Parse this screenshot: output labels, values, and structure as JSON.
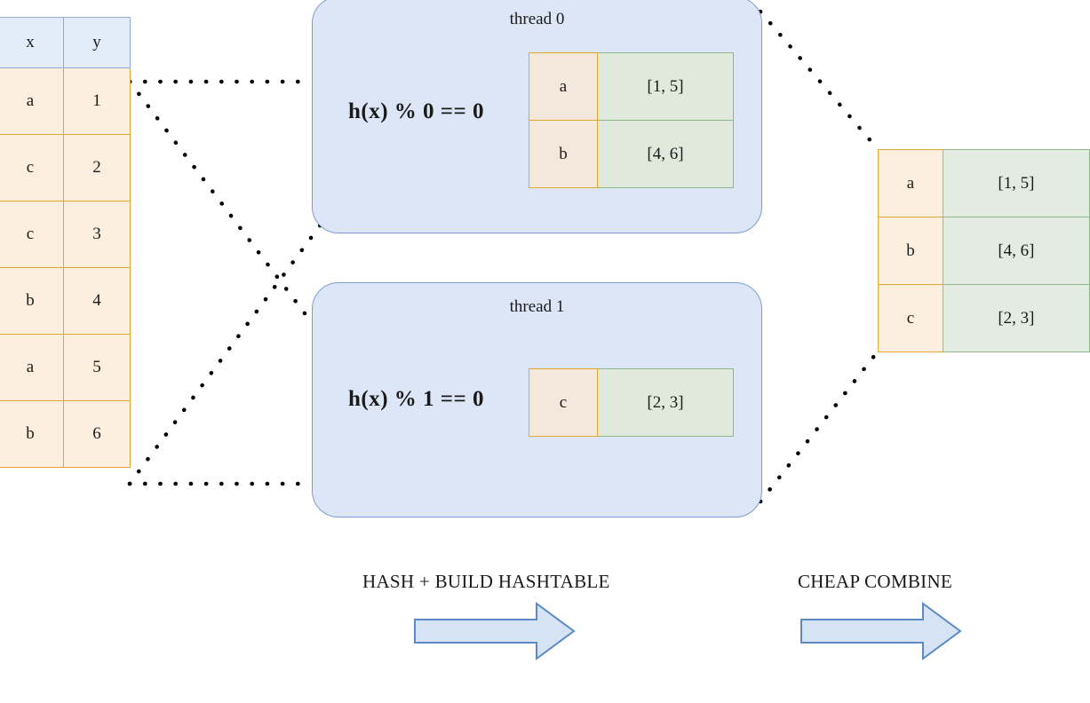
{
  "input_table": {
    "headers": [
      "x",
      "y"
    ],
    "rows": [
      [
        "a",
        "1"
      ],
      [
        "c",
        "2"
      ],
      [
        "c",
        "3"
      ],
      [
        "b",
        "4"
      ],
      [
        "a",
        "5"
      ],
      [
        "b",
        "6"
      ]
    ]
  },
  "threads": [
    {
      "title": "thread 0",
      "expr": "h(x) % 0 == 0",
      "hashtable": [
        {
          "key": "a",
          "value": "[1, 5]"
        },
        {
          "key": "b",
          "value": "[4, 6]"
        }
      ]
    },
    {
      "title": "thread 1",
      "expr": "h(x) % 1 == 0",
      "hashtable": [
        {
          "key": "c",
          "value": "[2, 3]"
        }
      ]
    }
  ],
  "combined_table": {
    "rows": [
      {
        "key": "a",
        "value": "[1, 5]"
      },
      {
        "key": "b",
        "value": "[4, 6]"
      },
      {
        "key": "c",
        "value": "[2, 3]"
      }
    ]
  },
  "captions": {
    "hash": "HASH + BUILD HASHTABLE",
    "combine": "CHEAP COMBINE"
  },
  "icons": {
    "arrow_hash": "right-arrow-icon",
    "arrow_combine": "right-arrow-icon"
  },
  "colors": {
    "header_fill": "#e3ecf9",
    "header_border": "#8faadc",
    "key_fill": "#fdefdf",
    "key_border": "#e3a72f",
    "ht_key_fill": "#f4e8dc",
    "value_fill": "#dfe9dc",
    "value_border": "#91b58c",
    "panel_fill": "#dce6f6",
    "panel_border": "#7b9ed0",
    "arrow_fill": "#d6e3f5",
    "arrow_border": "#5b8ac5",
    "connector": "#000000"
  }
}
